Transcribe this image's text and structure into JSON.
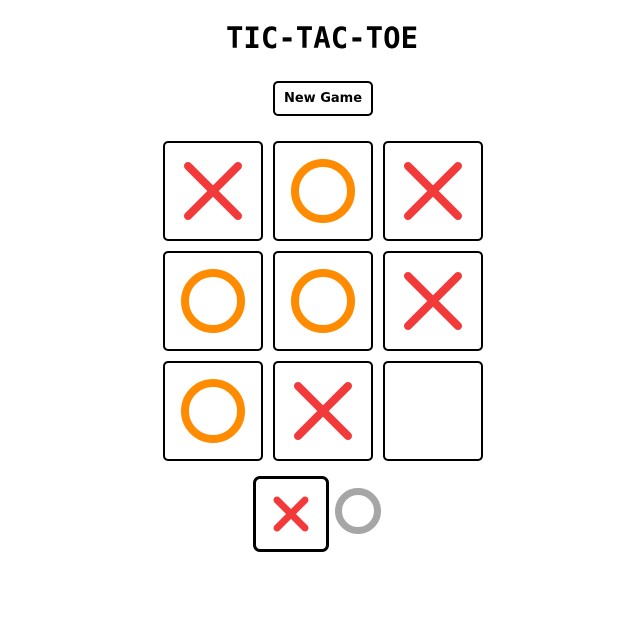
{
  "title": "TIC-TAC-TOE",
  "new_game_label": "New Game",
  "colors": {
    "x": "#f23a3a",
    "o": "#ff8c00",
    "o_inactive": "#a6a6a6"
  },
  "board": [
    [
      "X",
      "O",
      "X"
    ],
    [
      "O",
      "O",
      "X"
    ],
    [
      "O",
      "X",
      ""
    ]
  ],
  "turn_indicator": {
    "active": "X",
    "inactive": "O"
  }
}
